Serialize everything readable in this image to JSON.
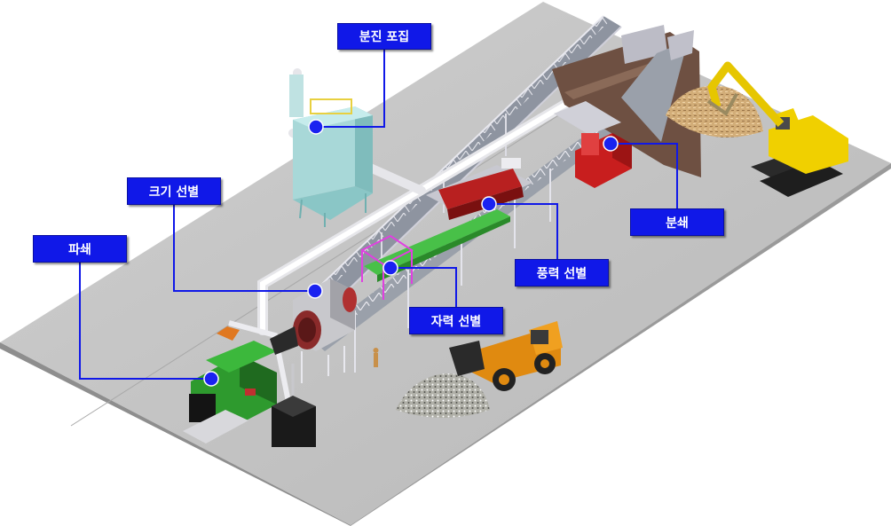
{
  "labels": {
    "dust_collection": "분진 포집",
    "size_sorting": "크기 선별",
    "crushing": "파쇄",
    "shredding": "분쇄",
    "wind_sorting": "풍력 선별",
    "magnetic_sorting": "자력 선별"
  },
  "colors": {
    "callout_fill": "#1018e8",
    "callout_text": "#ffffff",
    "leader_line": "#1018e8",
    "marker_dot": "#1a22f0",
    "ground": "#c4c4c4",
    "crusher_green": "#2e8b2e",
    "shredder_red": "#c81e1e",
    "excavator_yellow": "#e8c800",
    "loader_orange": "#e08a10"
  }
}
